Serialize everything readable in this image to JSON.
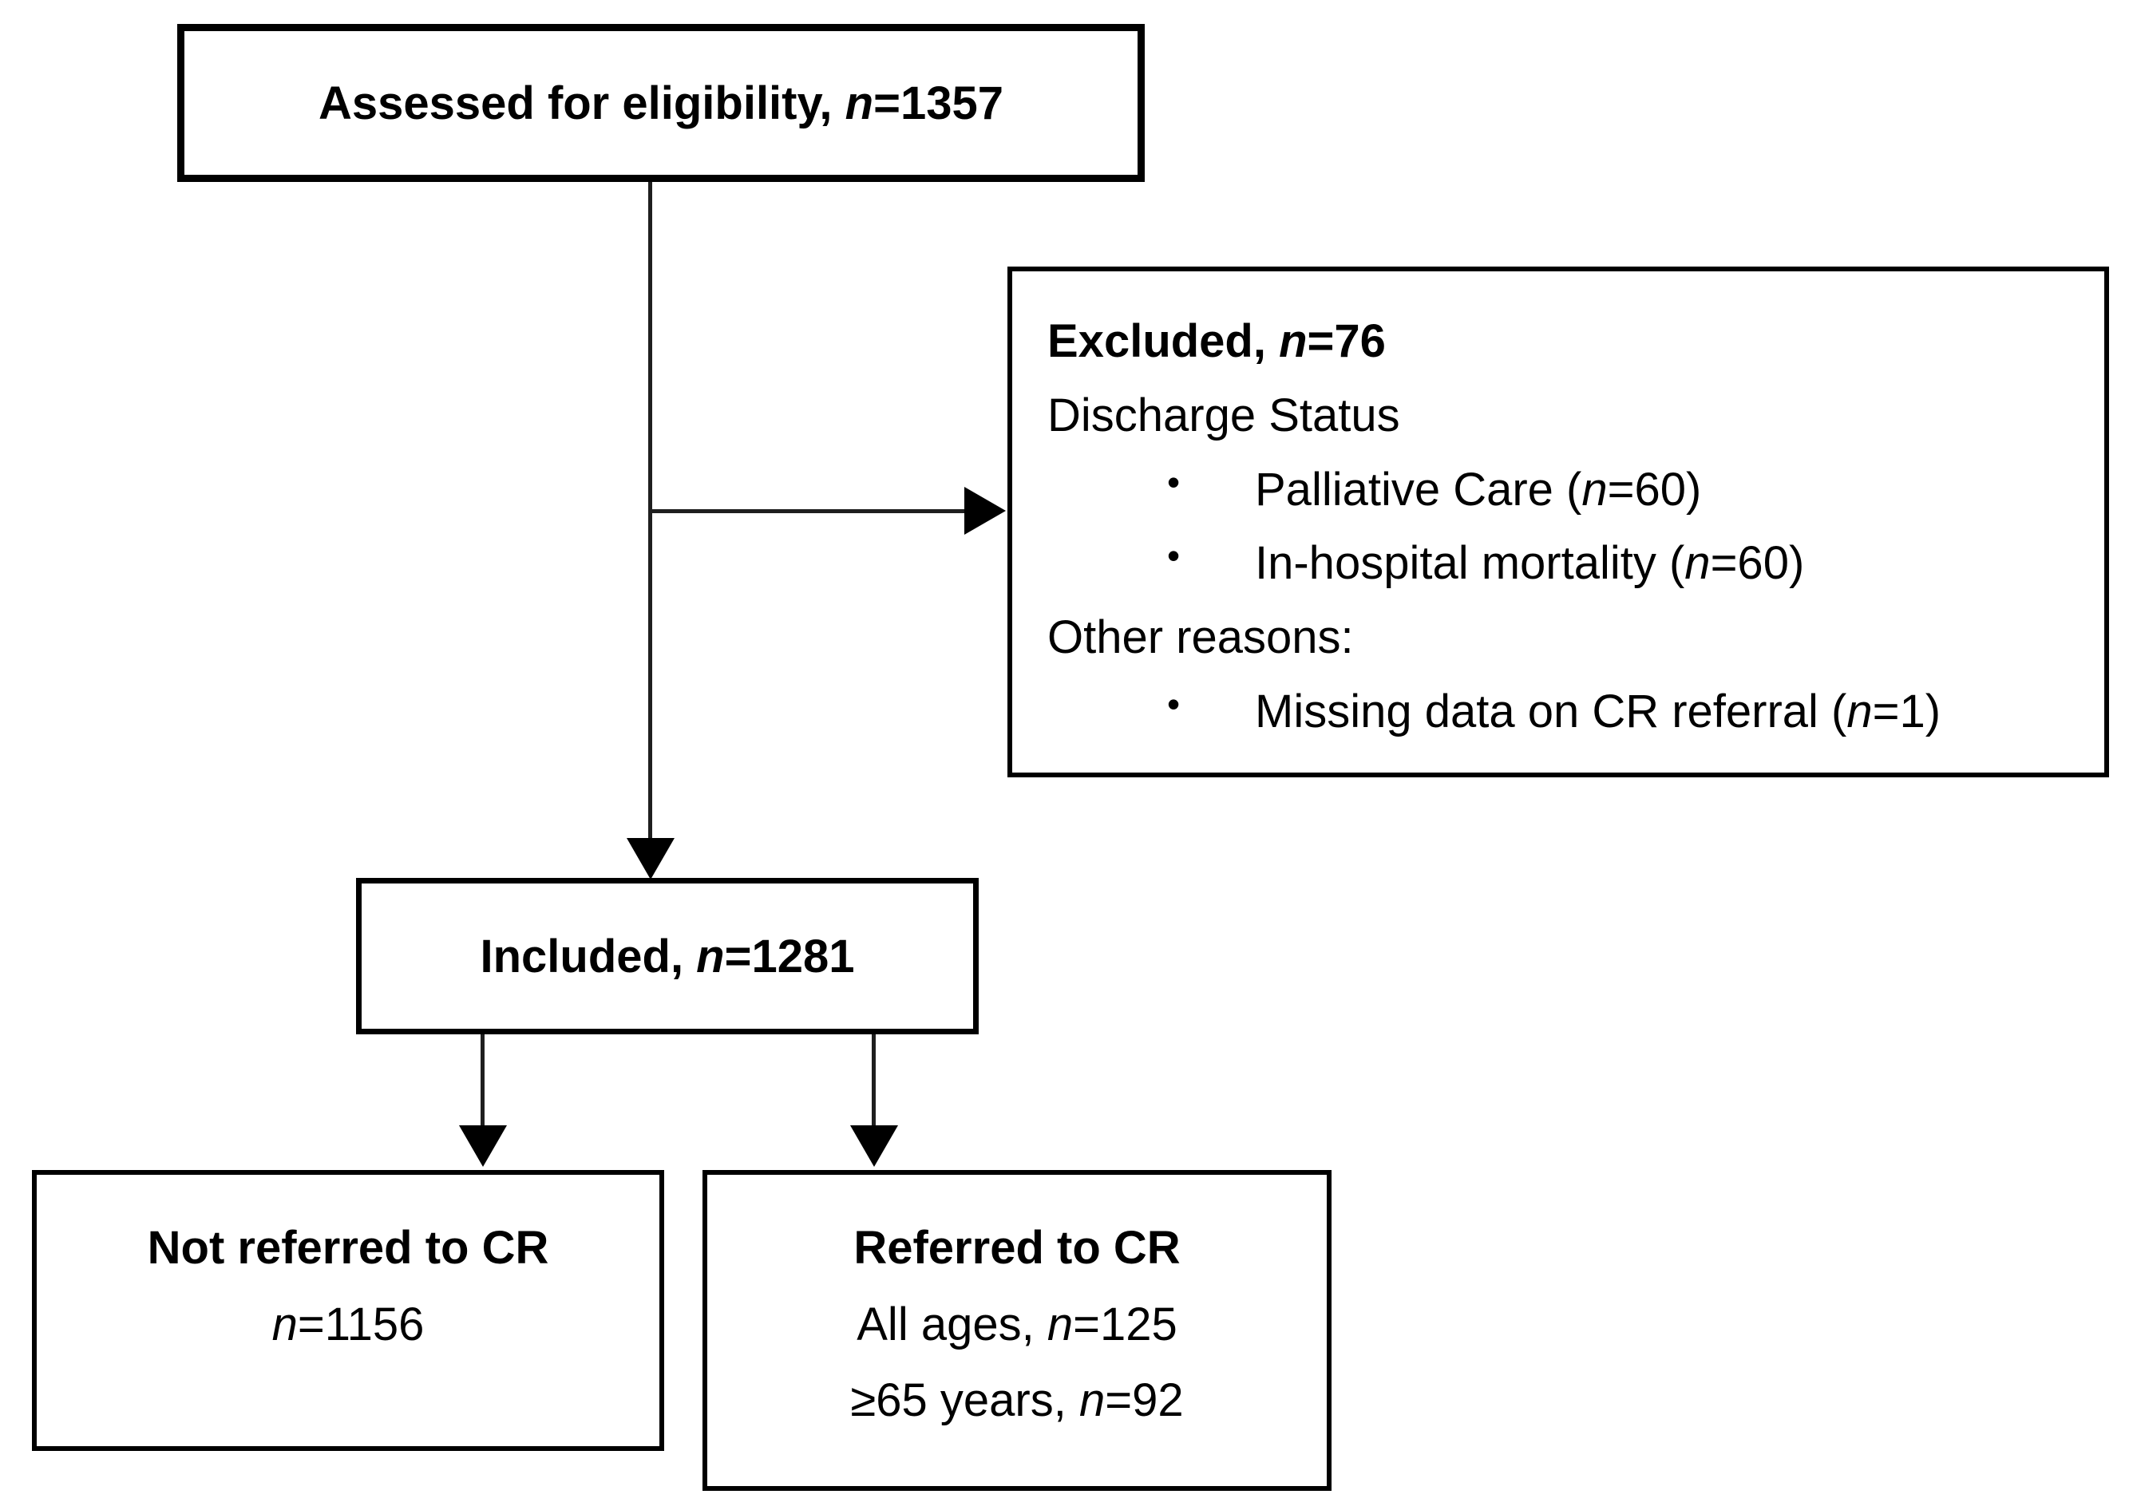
{
  "diagram": {
    "bullet_char": "•",
    "colors": {
      "box_border": "#000000",
      "connector_line": "#1f1f1f",
      "background": "#ffffff",
      "text": "#000000"
    },
    "assessed": {
      "text": "Assessed for eligibility, ",
      "n": "n",
      "value": "=1357"
    },
    "excluded": {
      "title": "Excluded, ",
      "title_n": "n",
      "title_value": "=76",
      "subheading_discharge": "Discharge Status",
      "bullets_discharge": [
        {
          "pre": "Palliative Care (",
          "n": "n",
          "post": "=60)"
        },
        {
          "pre": "In-hospital mortality (",
          "n": "n",
          "post": "=60)"
        }
      ],
      "subheading_other": "Other reasons:",
      "bullets_other": [
        {
          "pre": "Missing data on CR referral (",
          "n": "n",
          "post": "=1)"
        }
      ]
    },
    "included": {
      "text": "Included, ",
      "n": "n",
      "value": "=1281"
    },
    "not_referred": {
      "title": "Not referred to CR",
      "n": "n",
      "value": "=1156"
    },
    "referred": {
      "title": "Referred to CR",
      "line_all_ages": {
        "pre": "All ages, ",
        "n": "n",
        "post": "=125"
      },
      "line_over_65": {
        "pre": "≥65 years, ",
        "n": "n",
        "post": "=92"
      }
    }
  }
}
